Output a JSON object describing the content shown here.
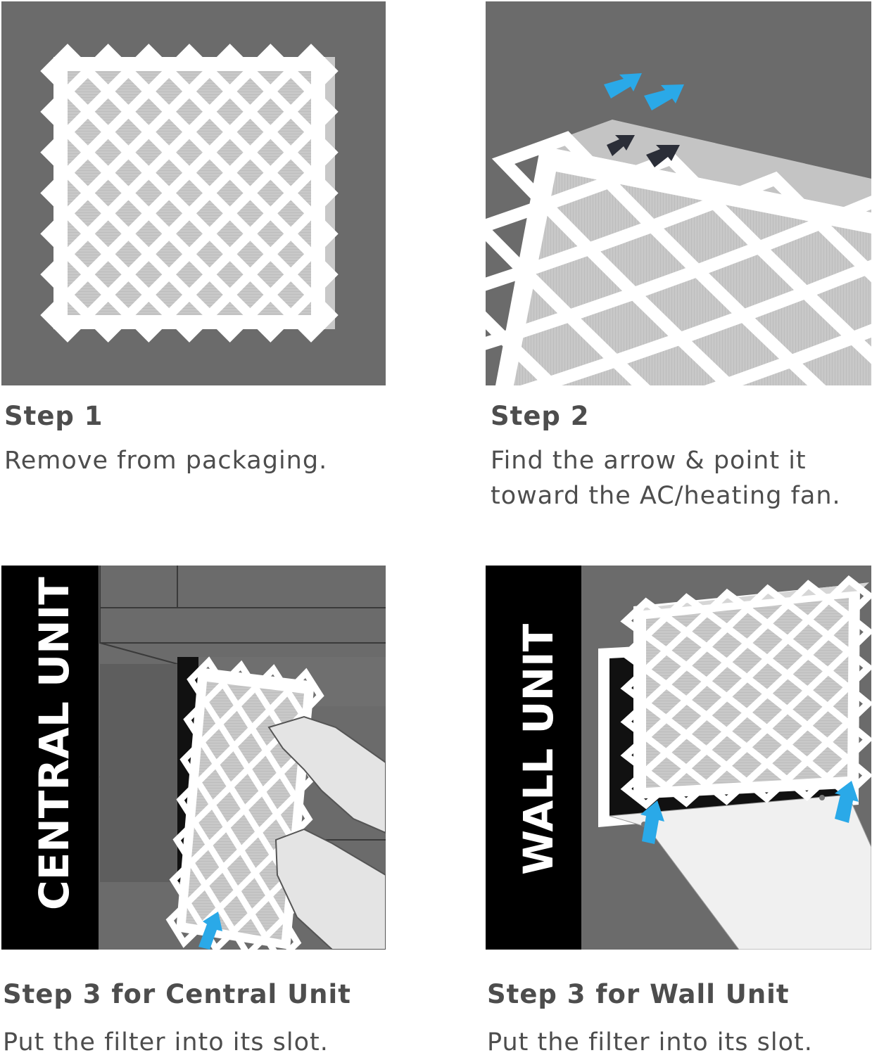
{
  "colors": {
    "background": "#6b6b6b",
    "filter_frame": "#ffffff",
    "filter_media": "#c8c8c8",
    "side_bar": "#000000",
    "arrow_blue": "#2aa9e8",
    "arrow_dark": "#2b2e38",
    "text": "#4d4d4d"
  },
  "icons": {
    "filter": "air-filter-icon",
    "airflow": "airflow-arrow-icon",
    "hand": "hand-icon"
  },
  "steps": [
    {
      "title": "Step 1",
      "lines": [
        "Remove from packaging."
      ]
    },
    {
      "title": "Step 2",
      "lines": [
        "Find the arrow & point it",
        "toward the AC/heating fan."
      ]
    },
    {
      "title": "Step 3 for Central Unit",
      "label": "CENTRAL UNIT",
      "lines": [
        "Put the filter into its slot."
      ]
    },
    {
      "title": "Step 3 for Wall Unit",
      "label": "WALL UNIT",
      "lines": [
        "Put the filter into its slot."
      ]
    }
  ]
}
